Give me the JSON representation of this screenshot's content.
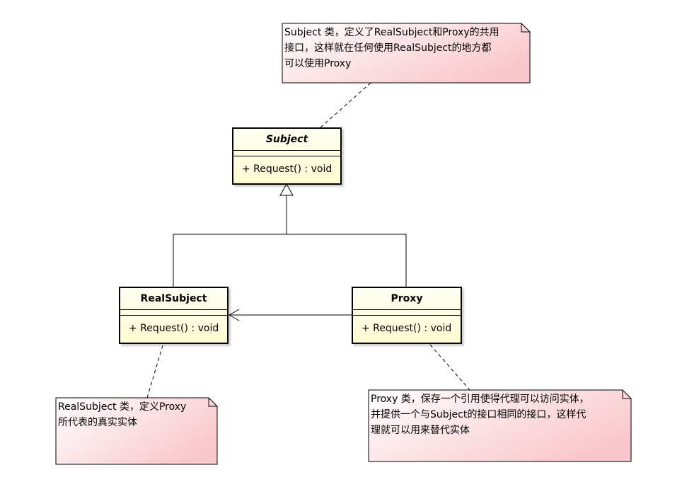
{
  "classes": {
    "subject": {
      "name": "Subject",
      "operation": "+ Request() : void"
    },
    "real_subject": {
      "name": "RealSubject",
      "operation": "+ Request() : void"
    },
    "proxy": {
      "name": "Proxy",
      "operation": "+ Request() : void"
    }
  },
  "notes": {
    "subject": "Subject 类，定义了RealSubject和Proxy的共用\n接口，这样就在任何使用RealSubject的地方都\n可以使用Proxy",
    "real_subject": "RealSubject 类，定义Proxy\n所代表的真实实体",
    "proxy": "Proxy 类，保存一个引用使得代理可以访问实体，\n并提供一个与Subject的接口相同的接口，这样代\n理就可以用来替代实体"
  },
  "colors": {
    "class_fill": "#fefbd2",
    "note_fill": "#f9c8cc",
    "stroke": "#000000"
  }
}
